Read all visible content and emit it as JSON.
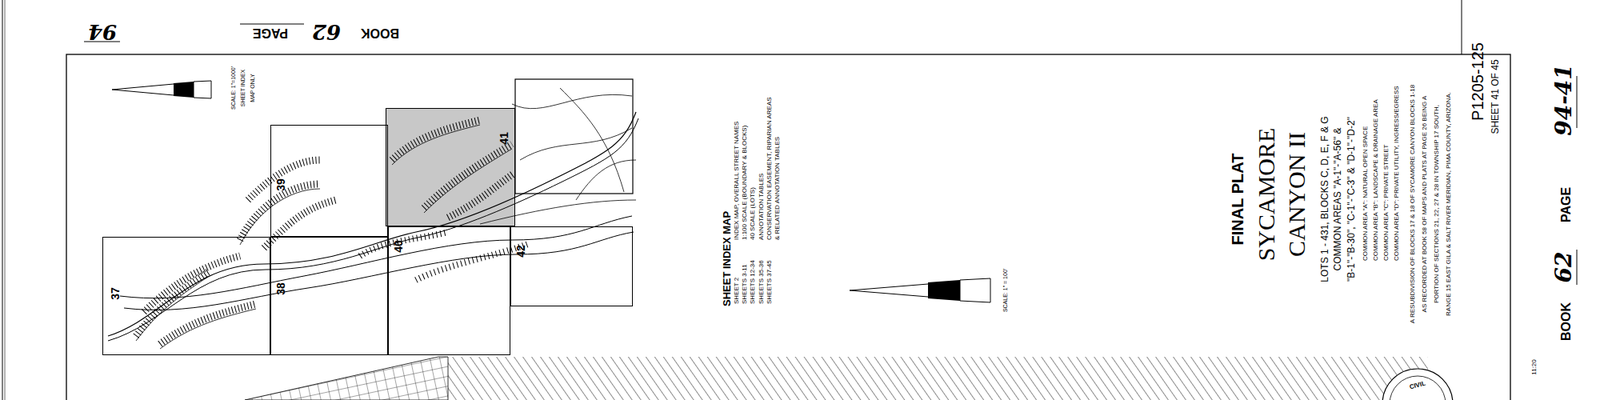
{
  "diagram": {
    "title": "FINAL PLAT",
    "nodes": [
      {
        "text": [
          "37"
        ]
      },
      {
        "text": [
          "38"
        ]
      },
      {
        "text": [
          "39"
        ]
      },
      {
        "text": [
          "40"
        ]
      },
      {
        "text": [
          "41"
        ]
      },
      {
        "text": [
          "42"
        ]
      }
    ],
    "labels": [
      "BOOK",
      "62",
      "PAGE",
      "94",
      "SCALE: 1\"=1000'",
      "SHEET INDEX",
      "MAP ONLY",
      "SHEET INDEX MAP",
      "INDEX MAP, OVERALL STREET NAMES",
      "SHEET 2",
      "1:100 SCALE (BOUNDARY & BLOCKS)",
      "SHEETS 3-11",
      "40 SCALE (LOTS)",
      "SHEETS 12-34",
      "ANNOTATION TABLES",
      "SHEETS 35-36",
      "CONSERVATION EASEMENT, RIPARIAN AREAS",
      "SHEETS 37-45",
      "& RELATED ANNOTATION TABLES",
      "SCALE: 1\" = 100'",
      "SYCAMORE",
      "CANYON II",
      "LOTS 1 - 431, BLOCKS C, D, E, F & G",
      "COMMON AREAS \"A-1\"-\"A-56\" &",
      "\"B-1\"-\"B-30\", \"C-1\"-\"C-3\" & \"D-1\"-\"D-2\"",
      "COMMON AREA \"A\": NATURAL OPEN SPACE",
      "COMMON AREA \"B\": LANDSCAPE & DRAINAGE AREA",
      "COMMON AREA \"C\": PRIVATE STREET",
      "COMMON AREA \"D\": PRIVATE UTILITY, INGRESS/EGRESS",
      "A RESUBDIVISION OF BLOCKS 17 & 18 OF SYCAMORE CANYON BLOCKS 1-18",
      "AS RECORDED AT BOOK 58 OF MAPS AND PLATS AT PAGE 26 BEING A",
      "PORTION OF SECTIONS 21, 22, 27 & 28 IN TOWNSHIP 17 SOUTH,",
      "RANGE 15 EAST GILA & SALT RIVER MERIDIAN, PIMA COUNTY, ARIZONA.",
      "P1205-125",
      "SHEET 41 OF 45",
      "BOOK",
      "62",
      "PAGE",
      "94-41",
      "11:20",
      "CIVIL"
    ]
  }
}
